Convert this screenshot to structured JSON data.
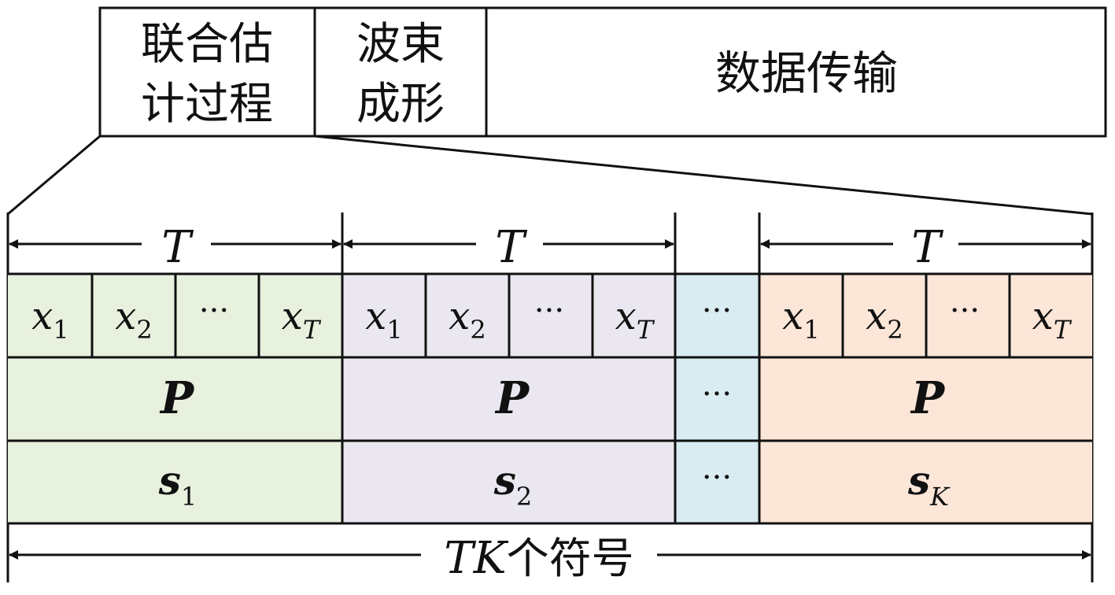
{
  "frame": {
    "phases": [
      {
        "line1": "联合估",
        "line2": "计过程"
      },
      {
        "line1": "波束",
        "line2": "成形"
      },
      {
        "label": "数据传输"
      }
    ]
  },
  "period_label": "T",
  "dots": "···",
  "blocks": [
    {
      "fill": "#e8f0de",
      "symbols": [
        {
          "base": "x",
          "sub": "1"
        },
        {
          "base": "x",
          "sub": "2"
        },
        {
          "dots": "···"
        },
        {
          "base": "x",
          "sub": "T"
        }
      ],
      "precoder": "P",
      "stream": {
        "base": "s",
        "sub": "1"
      }
    },
    {
      "fill": "#ebe7f0",
      "symbols": [
        {
          "base": "x",
          "sub": "1"
        },
        {
          "base": "x",
          "sub": "2"
        },
        {
          "dots": "···"
        },
        {
          "base": "x",
          "sub": "T"
        }
      ],
      "precoder": "P",
      "stream": {
        "base": "s",
        "sub": "2"
      }
    },
    {
      "fill": "#fbe6d8",
      "symbols": [
        {
          "base": "x",
          "sub": "1"
        },
        {
          "base": "x",
          "sub": "2"
        },
        {
          "dots": "···"
        },
        {
          "base": "x",
          "sub": "T"
        }
      ],
      "precoder": "P",
      "stream": {
        "base": "s",
        "sub": "K"
      }
    }
  ],
  "gap_fill": "#d9ecf2",
  "total": {
    "math": "TK",
    "text": "个符号"
  }
}
